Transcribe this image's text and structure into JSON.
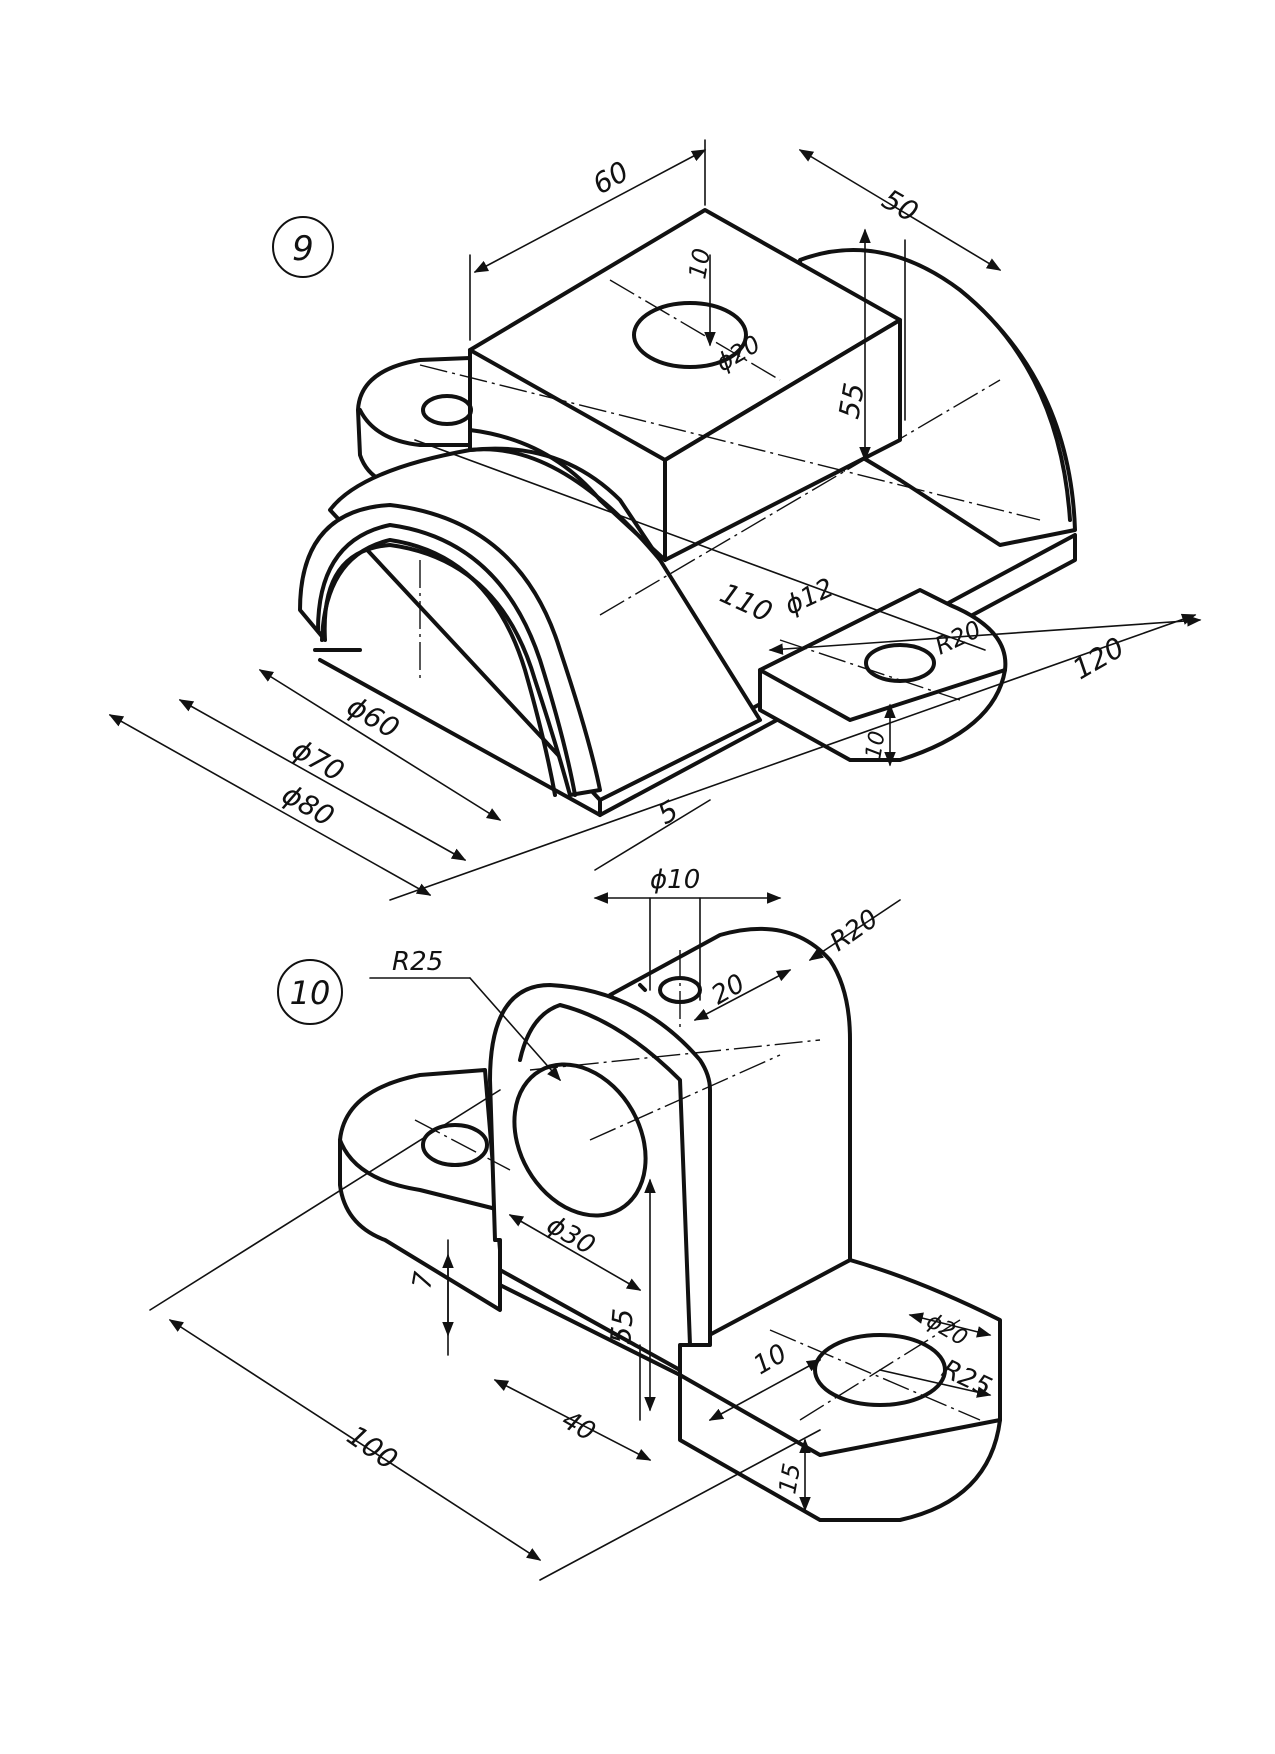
{
  "figures": [
    {
      "number": "9",
      "dimensions": {
        "d60": "60",
        "d50": "50",
        "d10": "10",
        "d20": "ϕ20",
        "d55": "55",
        "d110": "110",
        "d12": "ϕ12",
        "dR20": "R20",
        "d120": "120",
        "d10b": "10",
        "d5": "5",
        "dphi60": "ϕ60",
        "dphi70": "ϕ70",
        "dphi80": "ϕ80"
      }
    },
    {
      "number": "10",
      "dimensions": {
        "dphi10": "ϕ10",
        "dR25top": "R25",
        "dR20": "R20",
        "d20": "20",
        "dphi30": "ϕ30",
        "d7": "7",
        "d55": "55",
        "d40": "40",
        "d100": "100",
        "d10": "10",
        "dphi20": "ϕ20",
        "dR25": "R25",
        "d15": "15"
      }
    }
  ]
}
